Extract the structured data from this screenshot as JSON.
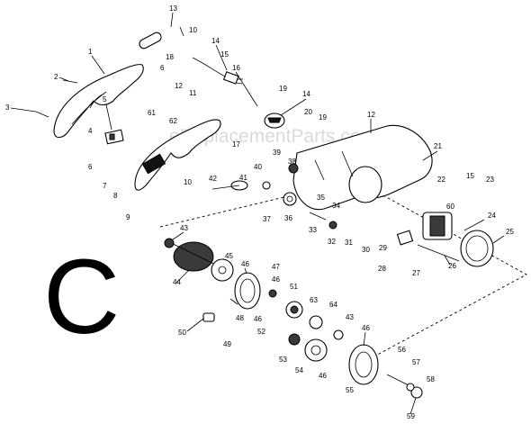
{
  "section_letter": "C",
  "watermark": "eReplacementParts.com",
  "callouts": [
    "1",
    "2",
    "3",
    "4",
    "5",
    "6",
    "6",
    "7",
    "8",
    "9",
    "10",
    "10",
    "11",
    "12",
    "12",
    "13",
    "14",
    "14",
    "15",
    "15",
    "16",
    "17",
    "18",
    "19",
    "19",
    "20",
    "21",
    "22",
    "23",
    "24",
    "25",
    "26",
    "27",
    "28",
    "29",
    "30",
    "31",
    "32",
    "33",
    "34",
    "35",
    "36",
    "37",
    "38",
    "39",
    "40",
    "41",
    "42",
    "43",
    "43",
    "44",
    "45",
    "46",
    "46",
    "46",
    "46",
    "46",
    "47",
    "48",
    "49",
    "50",
    "51",
    "52",
    "53",
    "54",
    "55",
    "56",
    "57",
    "58",
    "59",
    "60",
    "61",
    "62",
    "63",
    "64"
  ]
}
